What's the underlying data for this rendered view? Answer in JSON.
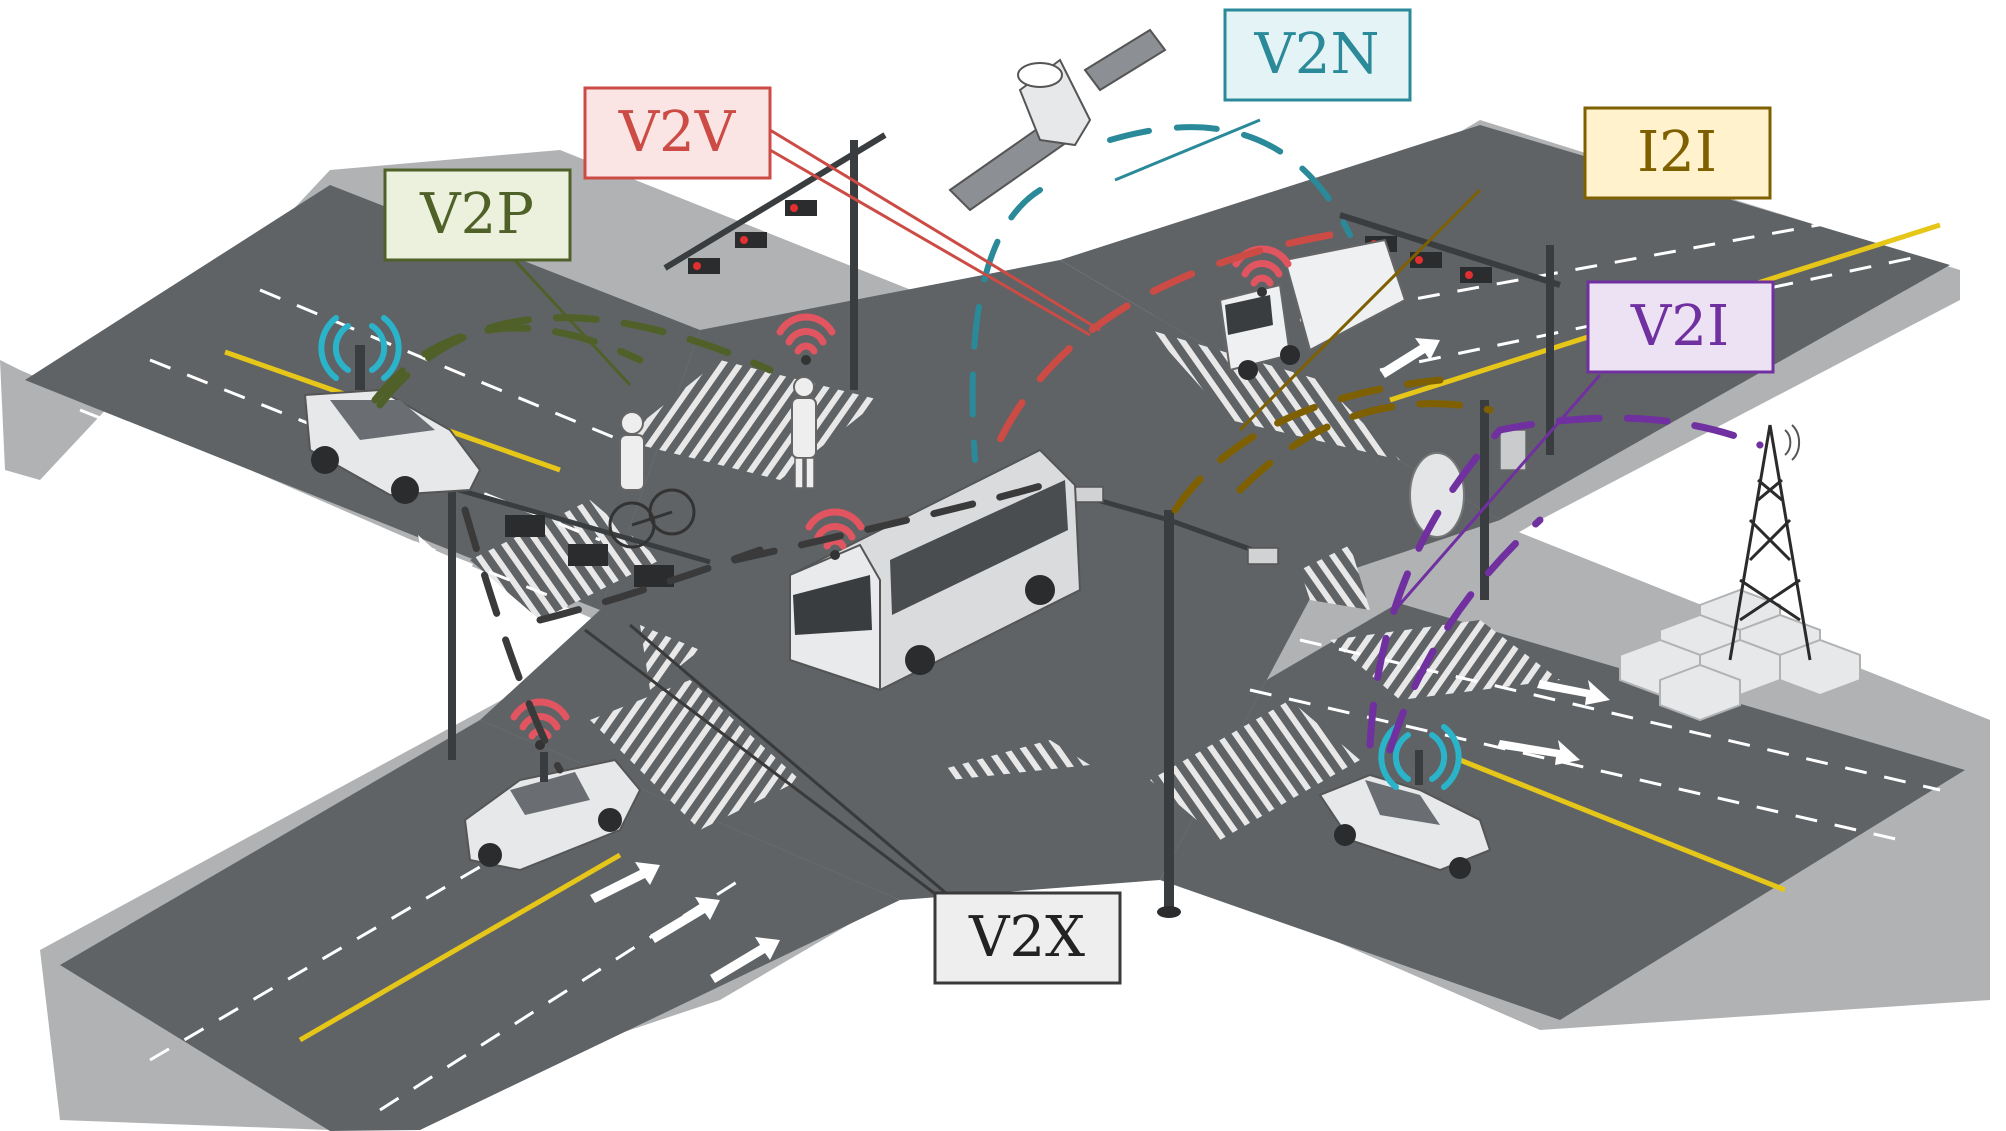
{
  "labels": {
    "v2v": "V2V",
    "v2n": "V2N",
    "v2p": "V2P",
    "i2i": "I2I",
    "v2i": "V2I",
    "v2x": "V2X"
  },
  "colors": {
    "v2v": "#cc4b45",
    "v2n": "#2b8a99",
    "v2p": "#4f6128",
    "i2i": "#7f6000",
    "v2i": "#7030a0",
    "v2x": "#3a3a3a",
    "wifi_red": "#e05560",
    "wifi_cyan": "#2ab3c9",
    "road": "#5f6366",
    "sidewalk": "#b0b2b4",
    "lane_yellow": "#e6c619"
  },
  "icons": {
    "satellite": "satellite-icon",
    "tower": "cell-tower-icon",
    "dish": "antenna-dish-icon",
    "signal": "wireless-signal-icon"
  }
}
